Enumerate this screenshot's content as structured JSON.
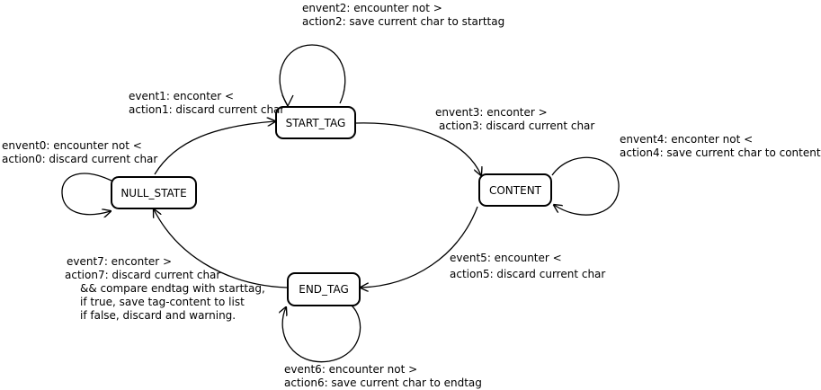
{
  "states": {
    "null_state": "NULL_STATE",
    "start_tag": "START_TAG",
    "content": "CONTENT",
    "end_tag": "END_TAG"
  },
  "transitions": {
    "t0": {
      "event": "envent0: encounter not <",
      "action": "action0: discard current char"
    },
    "t1": {
      "event": "event1: enconter <",
      "action": "action1: discard current char"
    },
    "t2": {
      "event": "envent2: encounter not >",
      "action": "action2: save current char to starttag"
    },
    "t3": {
      "event": "envent3: enconter >",
      "action": "action3: discard current char"
    },
    "t4": {
      "event": "envent4: enconter not <",
      "action": "action4: save current char to content"
    },
    "t5": {
      "event": "event5: encounter <",
      "action": "action5: discard current char"
    },
    "t6": {
      "event": "event6: encounter not >",
      "action": "action6: save current char to endtag"
    },
    "t7": {
      "event": "event7: enconter >",
      "action": "action7: discard current char",
      "extra": [
        "&& compare endtag with starttag,",
        "if true, save tag-content to list",
        "if false, discard and warning."
      ]
    }
  },
  "colors": {
    "stroke": "#000000",
    "background": "#ffffff"
  }
}
